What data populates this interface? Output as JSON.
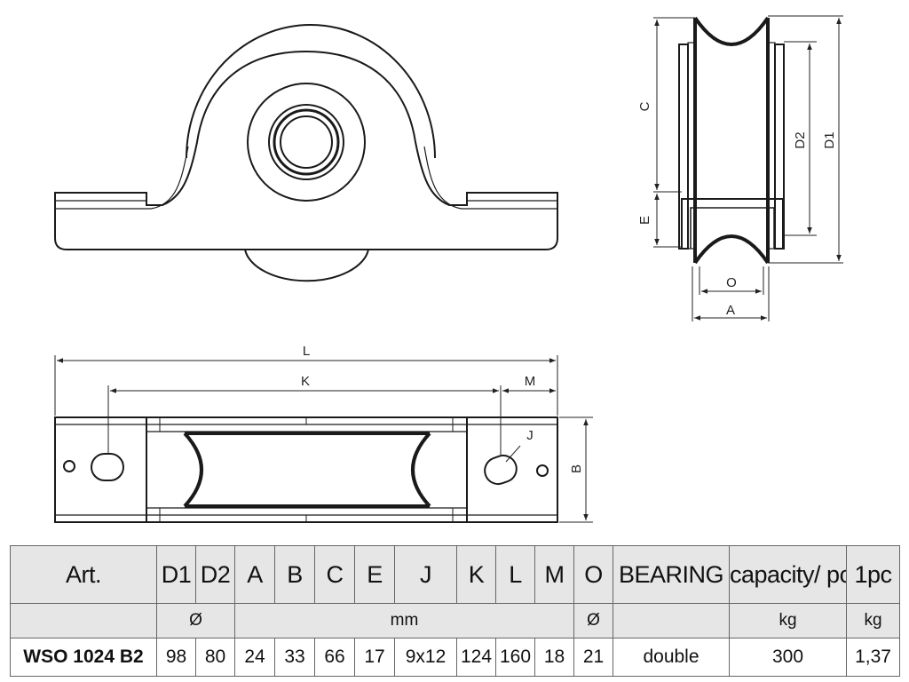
{
  "dimension_labels": {
    "C": "C",
    "E": "E",
    "D2": "D2",
    "D1": "D1",
    "O": "O",
    "A": "A",
    "L": "L",
    "K": "K",
    "M": "M",
    "J": "J",
    "B": "B"
  },
  "table": {
    "headers": [
      "Art.",
      "D1",
      "D2",
      "A",
      "B",
      "C",
      "E",
      "J",
      "K",
      "L",
      "M",
      "O",
      "BEARING",
      "capacity/ pc",
      "1pc"
    ],
    "units": {
      "diameter_1": "Ø",
      "mm": "mm",
      "diameter_2": "Ø",
      "capacity": "kg",
      "weight": "kg"
    },
    "row": {
      "art": "WSO 1024 B2",
      "D1": "98",
      "D2": "80",
      "A": "24",
      "B": "33",
      "C": "66",
      "E": "17",
      "J": "9x12",
      "K": "124",
      "L": "160",
      "M": "18",
      "O": "21",
      "bearing": "double",
      "capacity": "300",
      "weight": "1,37"
    }
  }
}
